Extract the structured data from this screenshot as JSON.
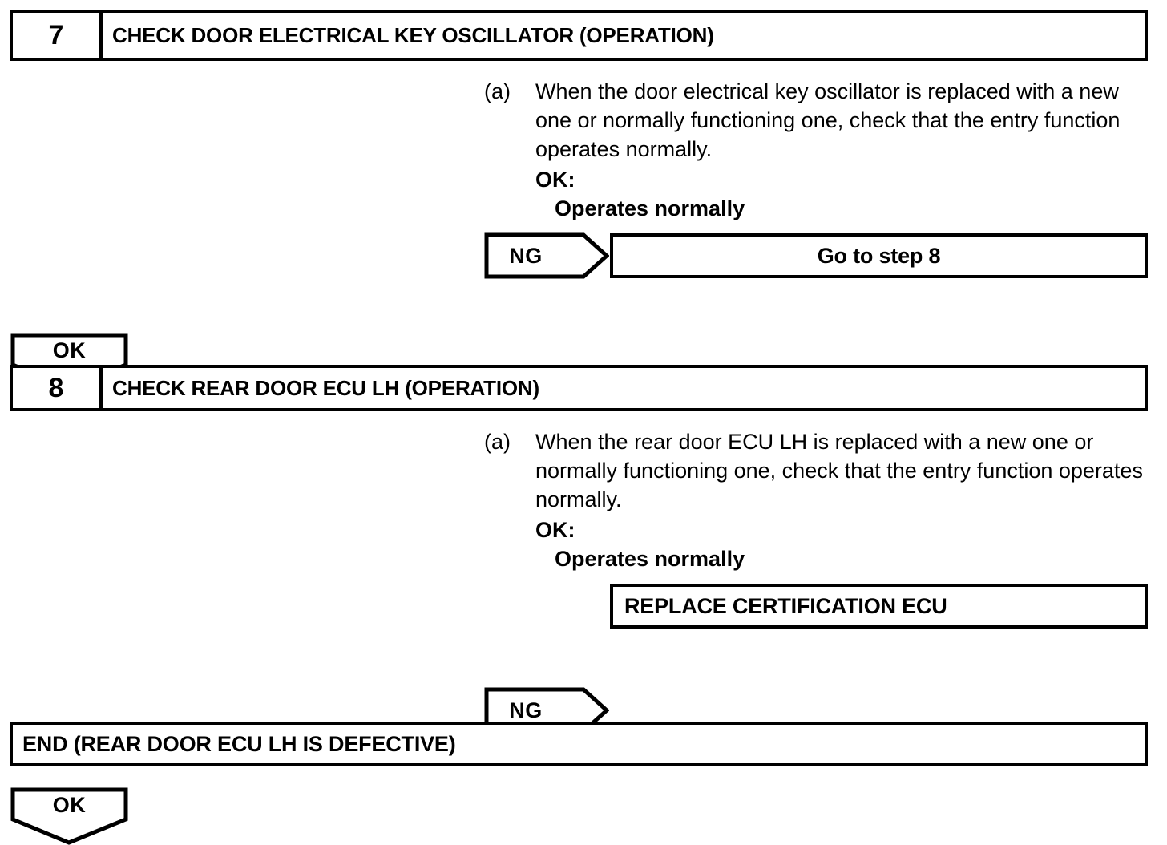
{
  "document": {
    "type": "troubleshooting-flowchart",
    "steps": [
      {
        "number": "7",
        "title": "CHECK DOOR ELECTRICAL KEY OSCILLATOR (OPERATION)",
        "procedure": {
          "label": "(a)",
          "text": "When the door electrical key oscillator is replaced with a new one or normally functioning one, check that the entry function operates normally.",
          "ok_label": "OK:",
          "ok_value": "Operates normally"
        },
        "ng_branch": {
          "connector": "NG",
          "result": "Go to step 8"
        },
        "ok_branch": {
          "connector": "OK"
        }
      },
      {
        "number": "8",
        "title": "CHECK REAR DOOR ECU LH (OPERATION)",
        "procedure": {
          "label": "(a)",
          "text": "When the rear door ECU LH is replaced with a new one or normally functioning one, check that the entry function operates normally.",
          "ok_label": "OK:",
          "ok_value": "Operates normally"
        },
        "ng_branch": {
          "connector": "NG",
          "result": "REPLACE CERTIFICATION ECU"
        },
        "ok_branch": {
          "connector": "OK"
        }
      }
    ],
    "end_box": {
      "text": "END (REAR DOOR ECU LH IS DEFECTIVE)"
    },
    "colors": {
      "ink": "#000000",
      "paper": "#ffffff"
    }
  }
}
